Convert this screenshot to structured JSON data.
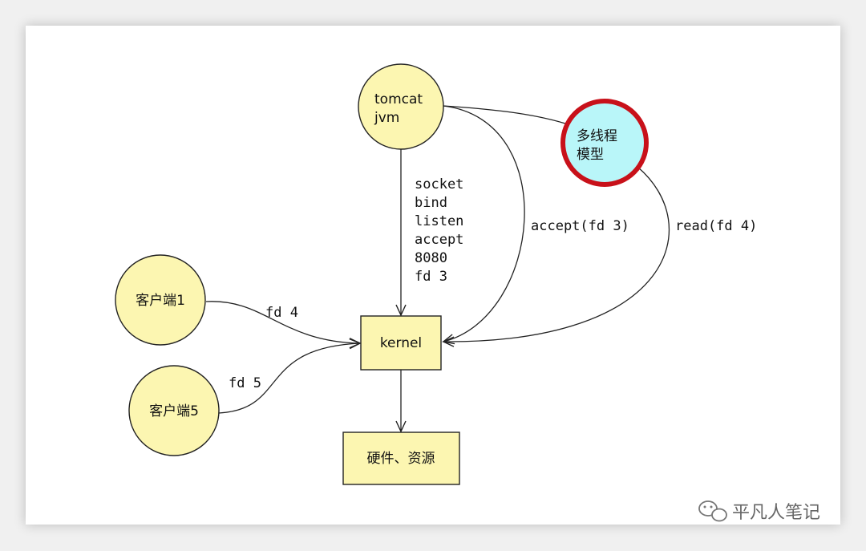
{
  "nodes": {
    "tomcat": [
      "tomcat",
      "jvm"
    ],
    "multithread": [
      "多线程",
      "模型"
    ],
    "client1": "客户端1",
    "client5": "客户端5",
    "kernel": "kernel",
    "hardware": "硬件、资源"
  },
  "edges": {
    "syscalls": [
      "socket",
      "bind",
      "listen",
      "accept",
      "8080",
      "fd 3"
    ],
    "accept": "accept(fd 3)",
    "read": "read(fd 4)",
    "client1": "fd 4",
    "client5": "fd 5"
  },
  "colors": {
    "node_fill": "#fcf6b1",
    "highlight_fill": "#b9f6f9",
    "highlight_ring": "#c8111a"
  },
  "watermark": {
    "icon": "wechat-icon",
    "text": "平凡人笔记"
  }
}
